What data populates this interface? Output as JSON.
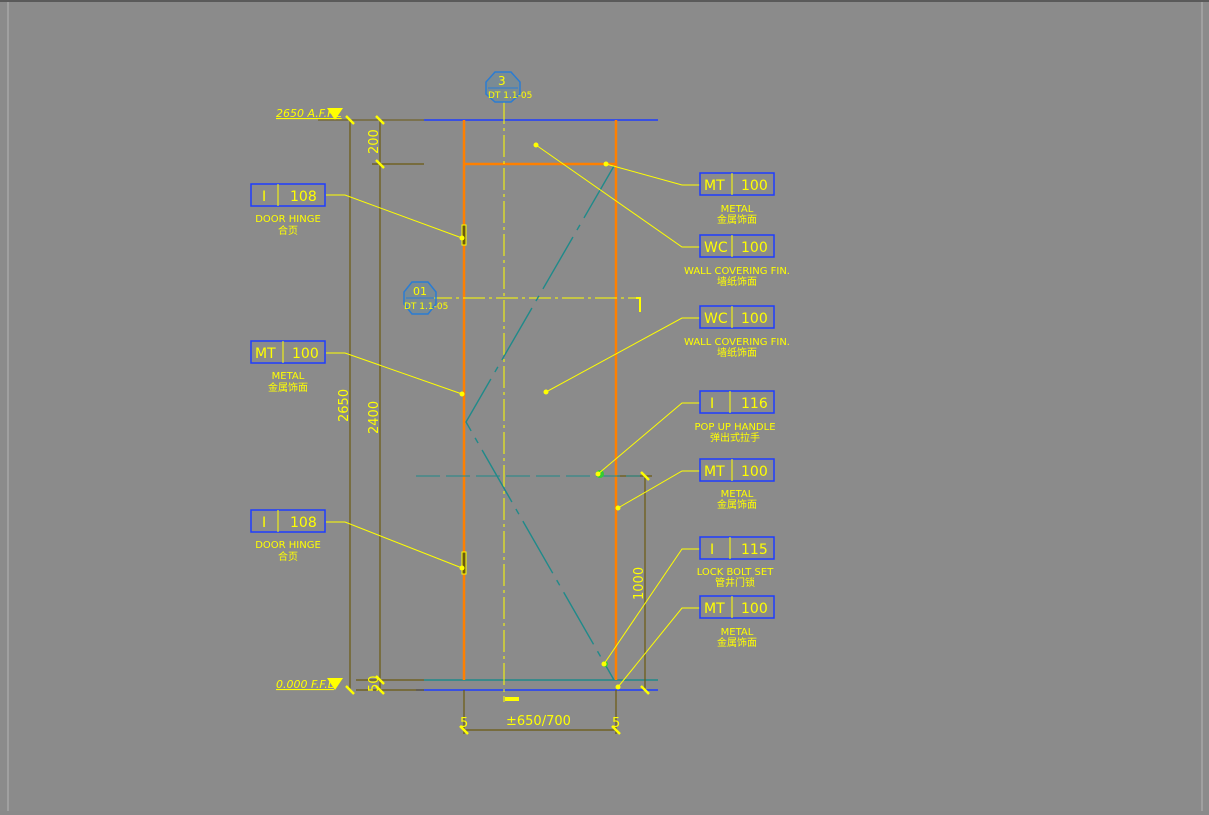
{
  "colors": {
    "background": "#8b8b8b",
    "yellow": "#ffff00",
    "orange": "#ff8000",
    "blue": "#1e3cff",
    "teal": "#1f8a8a",
    "olive": "#6b5a10"
  },
  "levels": {
    "top": "2650 A.F.F.L",
    "bottom": "0.000 F.F.L"
  },
  "section_markers": [
    {
      "num": "3",
      "ref": "DT 1.1-05"
    },
    {
      "num": "01",
      "ref": "DT 1.1-05"
    }
  ],
  "dimensions": {
    "top_gap": "200",
    "overall_height": "2650",
    "door_height": "2400",
    "bottom_gap": "50",
    "handle_height": "1000",
    "width": "±650/700",
    "left_jamb": "5",
    "right_jamb": "5"
  },
  "left_tags": [
    {
      "code": "I",
      "num": "108",
      "name": "DOOR HINGE",
      "name_cn": "合页"
    },
    {
      "code": "MT",
      "num": "100",
      "name": "METAL",
      "name_cn": "金属饰面"
    },
    {
      "code": "I",
      "num": "108",
      "name": "DOOR HINGE",
      "name_cn": "合页"
    }
  ],
  "right_tags": [
    {
      "code": "MT",
      "num": "100",
      "name": "METAL",
      "name_cn": "金属饰面"
    },
    {
      "code": "WC",
      "num": "100",
      "name": "WALL COVERING FIN.",
      "name_cn": "墙纸饰面"
    },
    {
      "code": "WC",
      "num": "100",
      "name": "WALL COVERING FIN.",
      "name_cn": "墙纸饰面"
    },
    {
      "code": "I",
      "num": "116",
      "name": "POP UP HANDLE",
      "name_cn": "弹出式拉手"
    },
    {
      "code": "MT",
      "num": "100",
      "name": "METAL",
      "name_cn": "金属饰面"
    },
    {
      "code": "I",
      "num": "115",
      "name": "LOCK BOLT SET",
      "name_cn": "管井门锁"
    },
    {
      "code": "MT",
      "num": "100",
      "name": "METAL",
      "name_cn": "金属饰面"
    }
  ]
}
